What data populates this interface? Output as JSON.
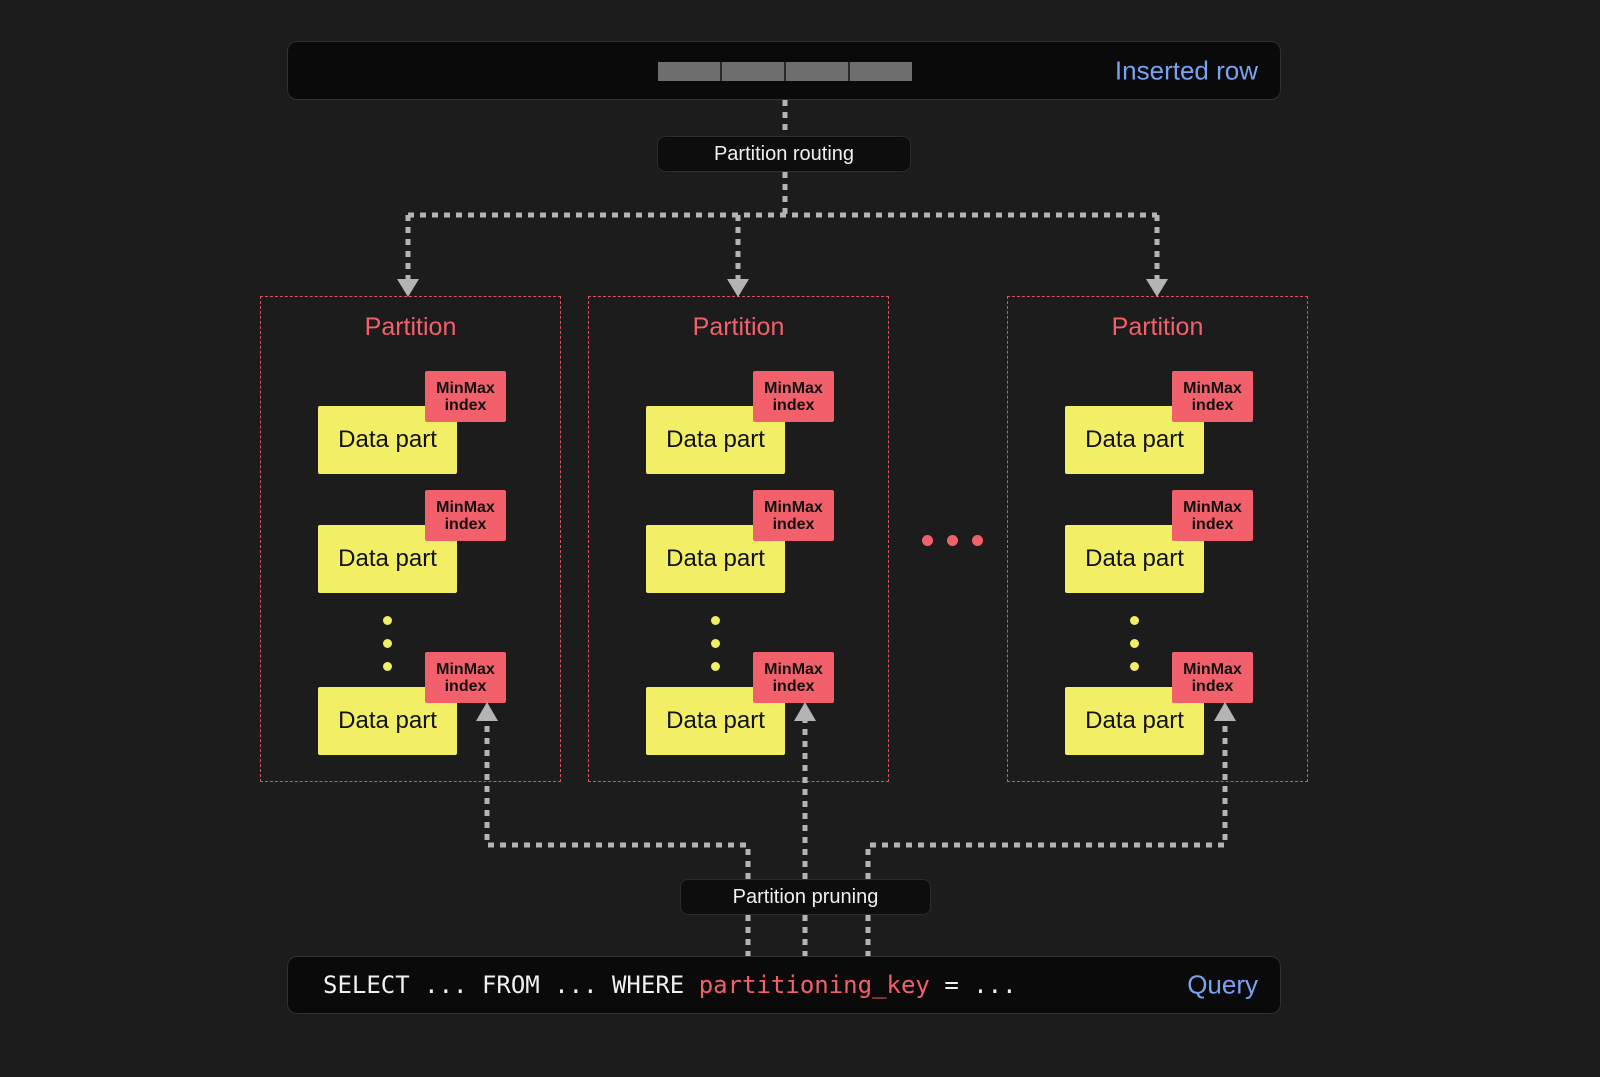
{
  "colors": {
    "bg": "#1c1c1c",
    "panel-bg": "#0a0a0a",
    "panel-border": "#303030",
    "label-bg": "#0d0d0d",
    "blue": "#7aa2f2",
    "red": "#f2606b",
    "red-border": "#d9545e",
    "yellow": "#f2ef67",
    "line": "#b4b4b4",
    "segment": "#6e6e6e",
    "text": "#f0f0f0",
    "dark-text": "#111111"
  },
  "inserted_row": {
    "label": "Inserted row"
  },
  "routing": {
    "label": "Partition routing"
  },
  "pruning": {
    "label": "Partition pruning"
  },
  "partitions": [
    {
      "title": "Partition"
    },
    {
      "title": "Partition"
    },
    {
      "title": "Partition"
    }
  ],
  "data_part": {
    "label": "Data part"
  },
  "minmax": {
    "line1": "MinMax",
    "line2": "index"
  },
  "query": {
    "select_prefix": "SELECT ... FROM ... WHERE ",
    "key": "partitioning_key",
    "suffix": " = ...",
    "label": "Query"
  }
}
